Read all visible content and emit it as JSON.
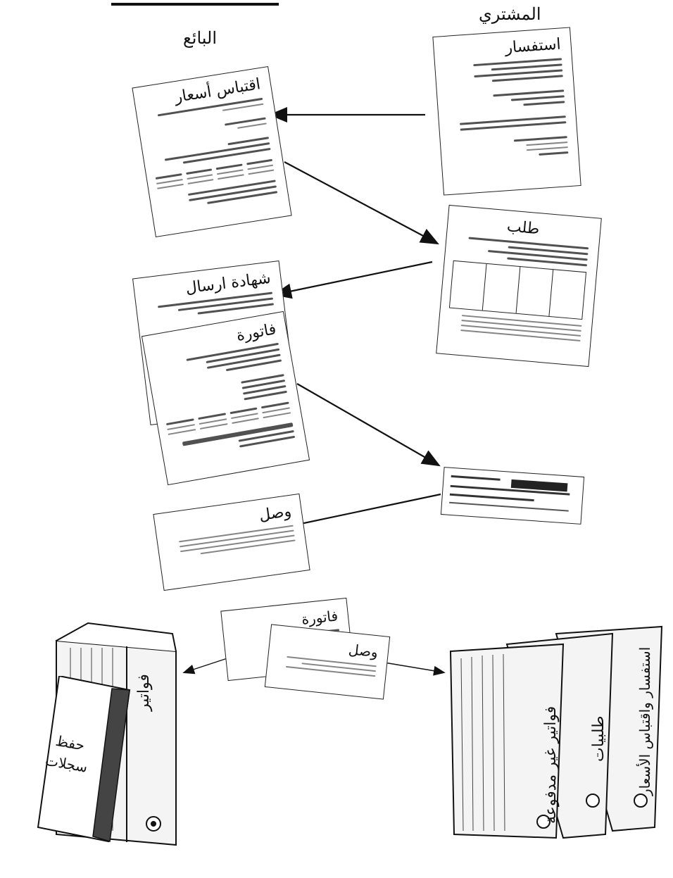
{
  "headers": {
    "buyer": "المشتري",
    "seller": "البائع"
  },
  "documents": {
    "inquiry": "استفسار",
    "quotation": "اقتباس أسعار",
    "order": "طلب",
    "delivery_note": "شهادة ارسال",
    "invoice": "فاتورة",
    "receipt": "وصل",
    "bundle_invoice": "فاتورة",
    "bundle_receipt": "وصل"
  },
  "binders": {
    "seller_binder": "فواتير",
    "records_cover_line1": "حفظ",
    "records_cover_line2": "سجلات",
    "unpaid_invoices": "فواتير غير مدفوعة",
    "orders": "طلبيات",
    "inquiries_quotes": "استفسار واقتباس الأسعار"
  },
  "colors": {
    "ink": "#111111",
    "paper": "#ffffff",
    "binder_fill": "#f4f4f4"
  },
  "icons": [
    "arrow-icon",
    "binder-icon",
    "document-icon",
    "cheque-icon"
  ]
}
